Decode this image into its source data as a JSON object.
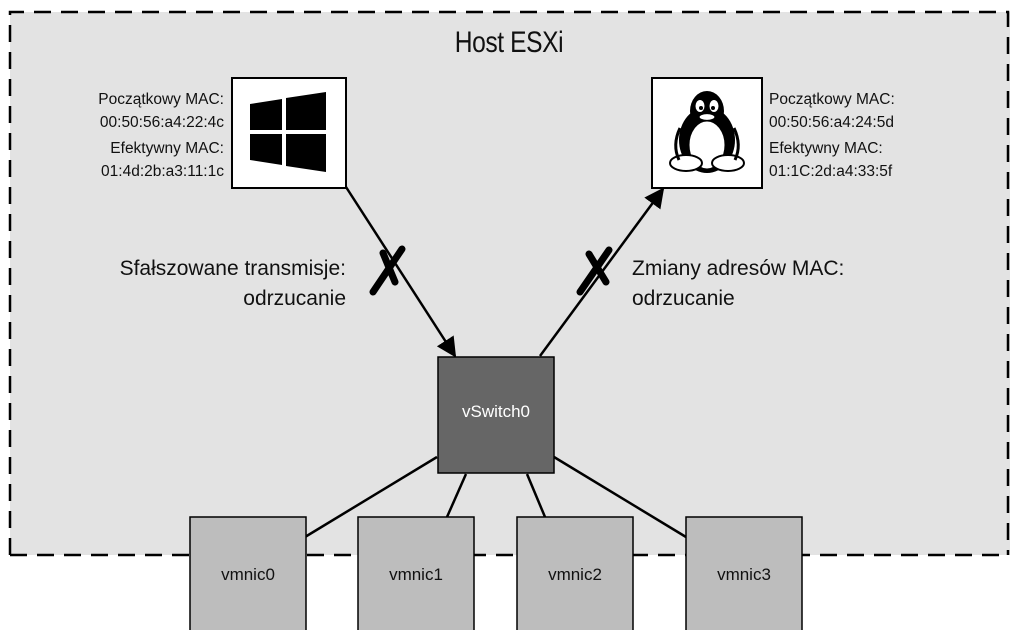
{
  "host": {
    "title": "Host ESXi"
  },
  "windows_vm": {
    "icon": "windows-logo-icon",
    "initial_mac_label": "Początkowy MAC:",
    "initial_mac": "00:50:56:a4:22:4c",
    "effective_mac_label": "Efektywny MAC:",
    "effective_mac": "01:4d:2b:a3:11:1c"
  },
  "linux_vm": {
    "icon": "linux-tux-icon",
    "initial_mac_label": "Początkowy MAC:",
    "initial_mac": "00:50:56:a4:24:5d",
    "effective_mac_label": "Efektywny MAC:",
    "effective_mac": "01:1C:2d:a4:33:5f"
  },
  "policies": {
    "forged_line1": "Sfałszowane transmisje:",
    "forged_line2": "odrzucanie",
    "mac_change_line1": "Zmiany adresów MAC:",
    "mac_change_line2": "odrzucanie"
  },
  "vswitch": {
    "label": "vSwitch0"
  },
  "nics": [
    "vmnic0",
    "vmnic1",
    "vmnic2",
    "vmnic3"
  ],
  "colors": {
    "host_fill": "#e3e3e3",
    "vswitch_fill": "#666666",
    "nic_fill": "#bdbdbd",
    "line": "#000000"
  }
}
